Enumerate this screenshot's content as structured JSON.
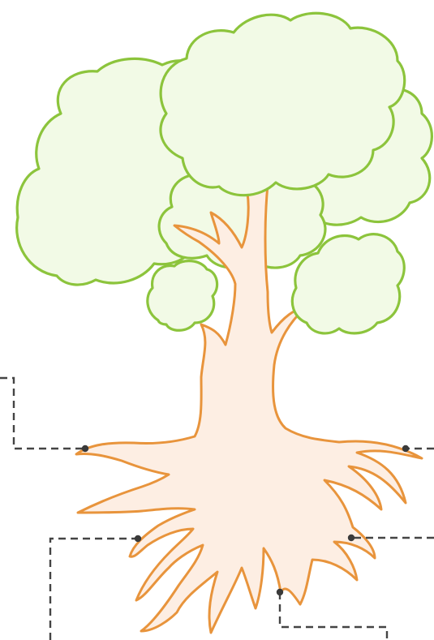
{
  "colors": {
    "foliage_fill": "#f2fae6",
    "foliage_stroke": "#8cc43c",
    "trunk_fill": "#fdeee3",
    "trunk_stroke": "#e8943c",
    "leader_line": "#444444",
    "anchor_dot": "#3a3a3a"
  },
  "diagram": {
    "subject": "tree",
    "parts": [
      "foliage",
      "trunk",
      "roots"
    ],
    "leader_lines": 5,
    "labels": []
  }
}
